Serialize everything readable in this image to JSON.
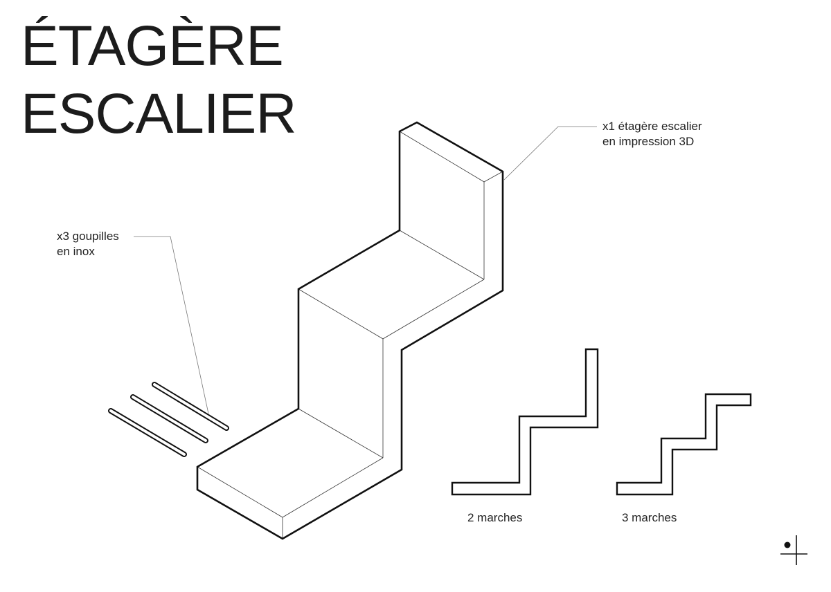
{
  "title": {
    "line1": "ÉTAGÈRE",
    "line2": "ESCALIER"
  },
  "callouts": {
    "shelf": {
      "line1": "x1 étagère escalier",
      "line2": "en impression 3D"
    },
    "pins": {
      "line1": "x3 goupilles",
      "line2": "en inox"
    }
  },
  "variants": [
    {
      "caption": "2 marches",
      "steps": 2
    },
    {
      "caption": "3 marches",
      "steps": 3
    }
  ],
  "logo": {
    "icon": "dot-cross-logo-icon"
  },
  "colors": {
    "background": "#ffffff",
    "ink": "#111111",
    "leader": "#777777"
  }
}
